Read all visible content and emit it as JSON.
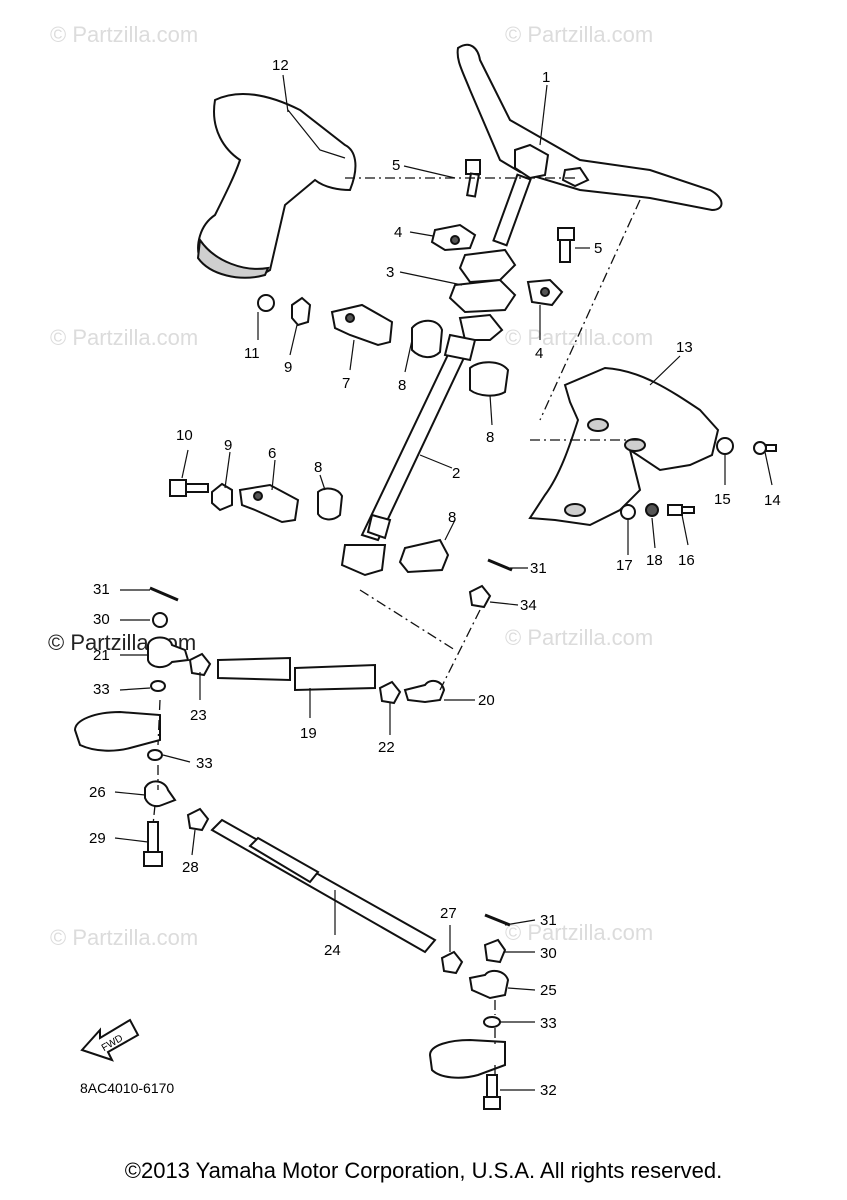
{
  "watermarks": [
    "© Partzilla.com",
    "© Partzilla.com",
    "© Partzilla.com",
    "© Partzilla.com",
    "© Partzilla.com",
    "© Partzilla.com",
    "© Partzilla.com",
    "© Partzilla.com",
    "© Partzilla.com"
  ],
  "callouts": {
    "c1": "1",
    "c2": "2",
    "c3": "3",
    "c4a": "4",
    "c4b": "4",
    "c5a": "5",
    "c5b": "5",
    "c6": "6",
    "c7": "7",
    "c8a": "8",
    "c8b": "8",
    "c8c": "8",
    "c8d": "8",
    "c9a": "9",
    "c9b": "9",
    "c10": "10",
    "c11": "11",
    "c12": "12",
    "c13": "13",
    "c14": "14",
    "c15": "15",
    "c16": "16",
    "c17": "17",
    "c18": "18",
    "c19": "19",
    "c20": "20",
    "c21": "21",
    "c22": "22",
    "c23": "23",
    "c24": "24",
    "c25": "25",
    "c26": "26",
    "c27": "27",
    "c28": "28",
    "c29": "29",
    "c30a": "30",
    "c30b": "30",
    "c31a": "31",
    "c31b": "31",
    "c31c": "31",
    "c32": "32",
    "c33a": "33",
    "c33b": "33",
    "c33c": "33",
    "c34": "34"
  },
  "fwd_label": "FWD",
  "diagram_code": "8AC4010-6170",
  "copyright": "©2013  Yamaha Motor Corporation, U.S.A. All rights reserved."
}
